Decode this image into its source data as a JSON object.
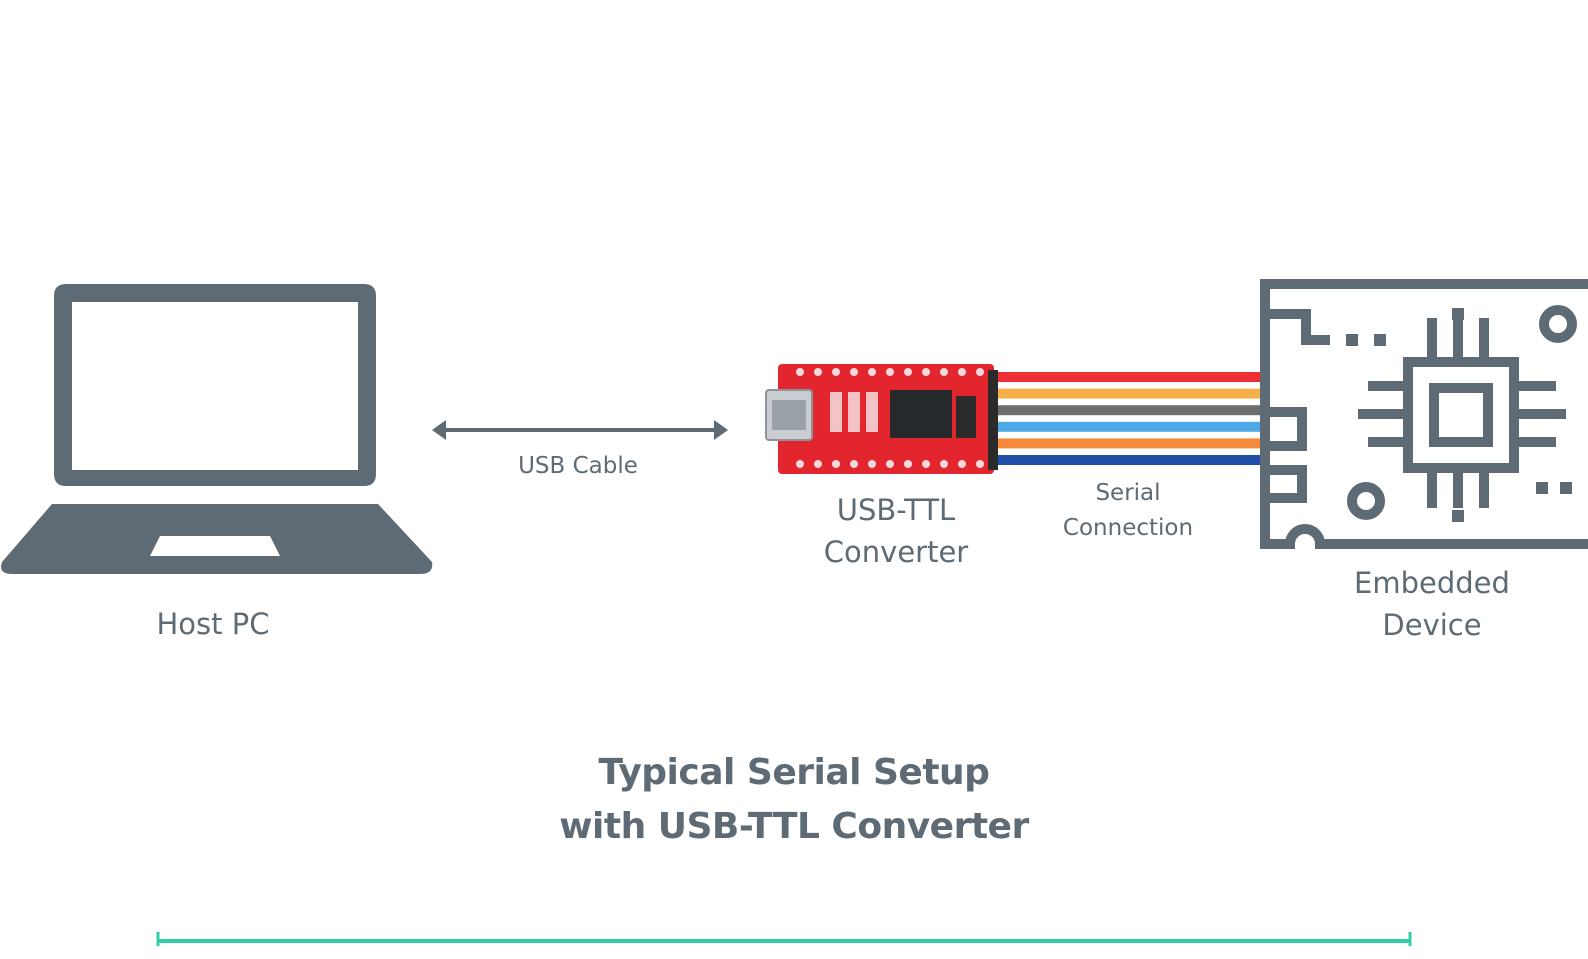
{
  "labels": {
    "host_pc": "Host PC",
    "usb_cable": "USB Cable",
    "converter_line1": "USB-TTL",
    "converter_line2": "Converter",
    "serial_line1": "Serial",
    "serial_line2": "Connection",
    "device_line1": "Embedded",
    "device_line2": "Device"
  },
  "title": {
    "line1": "Typical Serial Setup",
    "line2": "with USB-TTL Converter"
  },
  "colors": {
    "icon": "#5f6b74",
    "board": "#e3262e",
    "accent_line": "#2fd0a8",
    "wires": [
      "#ef2f36",
      "#f6b04b",
      "#6e6e6e",
      "#4fa8e6",
      "#f58a3b",
      "#1f4ea8"
    ]
  },
  "icons": {
    "host": "laptop-icon",
    "cable": "double-arrow-icon",
    "converter": "usb-ttl-board-icon",
    "device": "circuit-board-icon"
  }
}
